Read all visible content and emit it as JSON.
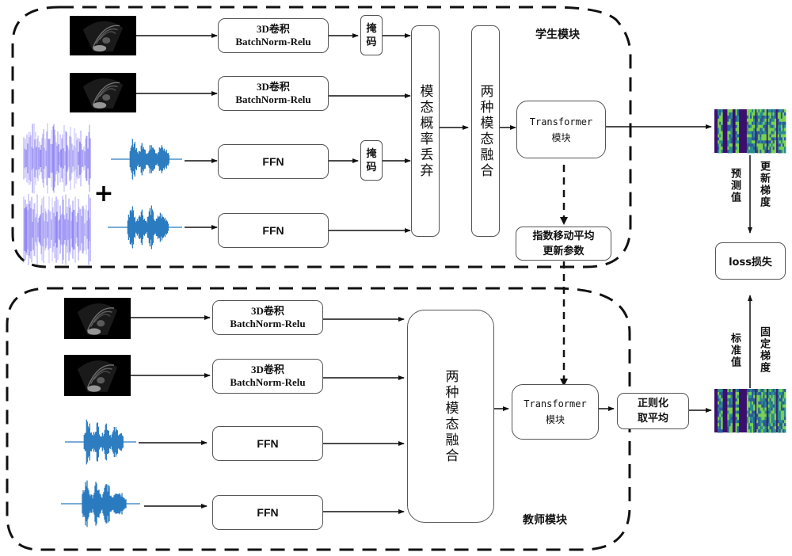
{
  "student": {
    "title": "学生模块",
    "conv1": {
      "line1": "3D卷积",
      "line2": "BatchNorm-Relu"
    },
    "conv2": {
      "line1": "3D卷积",
      "line2": "BatchNorm-Relu"
    },
    "ffn1": "FFN",
    "ffn2": "FFN",
    "mask1": {
      "c1": "掩",
      "c2": "码"
    },
    "mask2": {
      "c1": "掩",
      "c2": "码"
    },
    "plus": "+",
    "modality_dropout": "模态概率丢弃",
    "fusion": "两种模态融合",
    "transformer": {
      "line1": "Transformer",
      "line2": "模块"
    },
    "ema": {
      "line1": "指数移动平均",
      "line2": "更新参数"
    }
  },
  "teacher": {
    "title": "教师模块",
    "conv1": {
      "line1": "3D卷积",
      "line2": "BatchNorm-Relu"
    },
    "conv2": {
      "line1": "3D卷积",
      "line2": "BatchNorm-Relu"
    },
    "ffn1": "FFN",
    "ffn2": "FFN",
    "fusion": "两种模态融合",
    "transformer": {
      "line1": "Transformer",
      "line2": "模块"
    },
    "normalize": {
      "line1": "正则化",
      "line2": "取平均"
    }
  },
  "right": {
    "loss": "loss损失",
    "predicted": "预测值",
    "update_grad": "更新梯度",
    "target": "标准值",
    "fixed_grad": "固定梯度"
  },
  "colors": {
    "noise_wave": "#6a5cf0",
    "speech_wave": "#2b7bc0",
    "spec_dark": "#3b0f6e",
    "spec_mid": "#2a8c8c",
    "spec_light": "#7ad151"
  }
}
